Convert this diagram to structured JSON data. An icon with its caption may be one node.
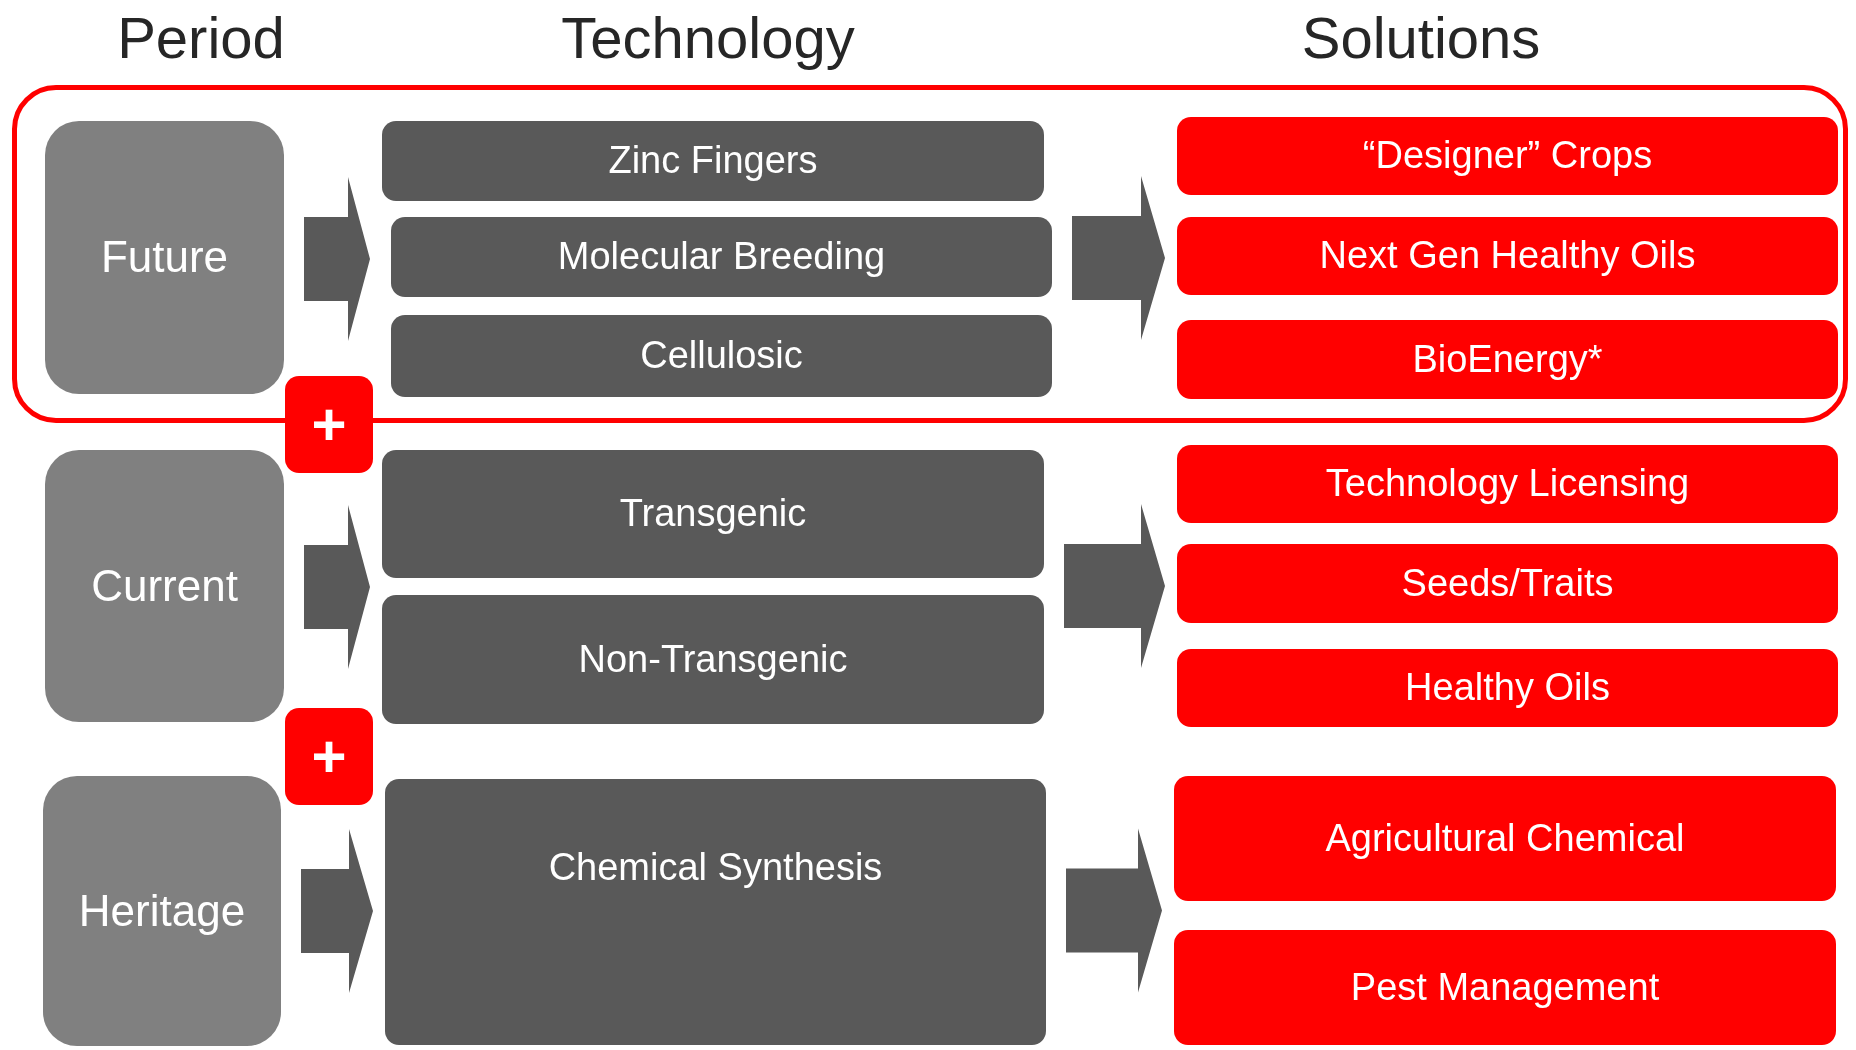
{
  "diagram": {
    "nodes": [
      {
        "text": [],
        "shape": "box"
      },
      {
        "text": [
          "Future"
        ],
        "in": 0
      },
      {
        "text": [
          "Zinc Fingers"
        ],
        "in": 0
      },
      {
        "text": [
          "Molecular Breeding"
        ],
        "in": 0
      },
      {
        "text": [
          "Cellulosic"
        ],
        "in": 0
      },
      {
        "text": [
          "“Designer” Crops"
        ],
        "in": 0
      },
      {
        "text": [
          "Next Gen Healthy Oils"
        ],
        "in": 0
      },
      {
        "text": [
          "BioEnergy*"
        ],
        "in": 0
      },
      {
        "text": [
          "+"
        ]
      },
      {
        "text": [
          "Current"
        ]
      },
      {
        "text": [
          "Transgenic"
        ]
      },
      {
        "text": [
          "Non-Transgenic"
        ]
      },
      {
        "text": [
          "Technology Licensing"
        ]
      },
      {
        "text": [
          "Seeds/Traits"
        ]
      },
      {
        "text": [
          "Healthy Oils"
        ]
      },
      {
        "text": [
          "+"
        ]
      },
      {
        "text": [
          "Heritage"
        ]
      },
      {
        "text": [
          "Chemical Synthesis"
        ]
      },
      {
        "text": [
          "Agricultural Chemical"
        ]
      },
      {
        "text": [
          "Pest Management"
        ]
      }
    ],
    "edges": [
      {
        "from": 1,
        "to": 2,
        "arrow": "to"
      },
      {
        "from": 1,
        "to": 3,
        "arrow": "to"
      },
      {
        "from": 1,
        "to": 4,
        "arrow": "to"
      },
      {
        "from": 2,
        "to": 5,
        "arrow": "to"
      },
      {
        "from": 2,
        "to": 6,
        "arrow": "to"
      },
      {
        "from": 2,
        "to": 7,
        "arrow": "to"
      },
      {
        "from": 3,
        "to": 5,
        "arrow": "to"
      },
      {
        "from": 3,
        "to": 6,
        "arrow": "to"
      },
      {
        "from": 3,
        "to": 7,
        "arrow": "to"
      },
      {
        "from": 4,
        "to": 5,
        "arrow": "to"
      },
      {
        "from": 4,
        "to": 6,
        "arrow": "to"
      },
      {
        "from": 4,
        "to": 7,
        "arrow": "to"
      },
      {
        "from": 9,
        "to": 10,
        "arrow": "to"
      },
      {
        "from": 9,
        "to": 11,
        "arrow": "to"
      },
      {
        "from": 10,
        "to": 12,
        "arrow": "to"
      },
      {
        "from": 10,
        "to": 13,
        "arrow": "to"
      },
      {
        "from": 10,
        "to": 14,
        "arrow": "to"
      },
      {
        "from": 11,
        "to": 12,
        "arrow": "to"
      },
      {
        "from": 11,
        "to": 13,
        "arrow": "to"
      },
      {
        "from": 11,
        "to": 14,
        "arrow": "to"
      },
      {
        "from": 16,
        "to": 17,
        "arrow": "to"
      },
      {
        "from": 17,
        "to": 18,
        "arrow": "to"
      },
      {
        "from": 17,
        "to": 19,
        "arrow": "to"
      }
    ],
    "labels": [
      "Period",
      "Technology",
      "Solutions"
    ]
  }
}
